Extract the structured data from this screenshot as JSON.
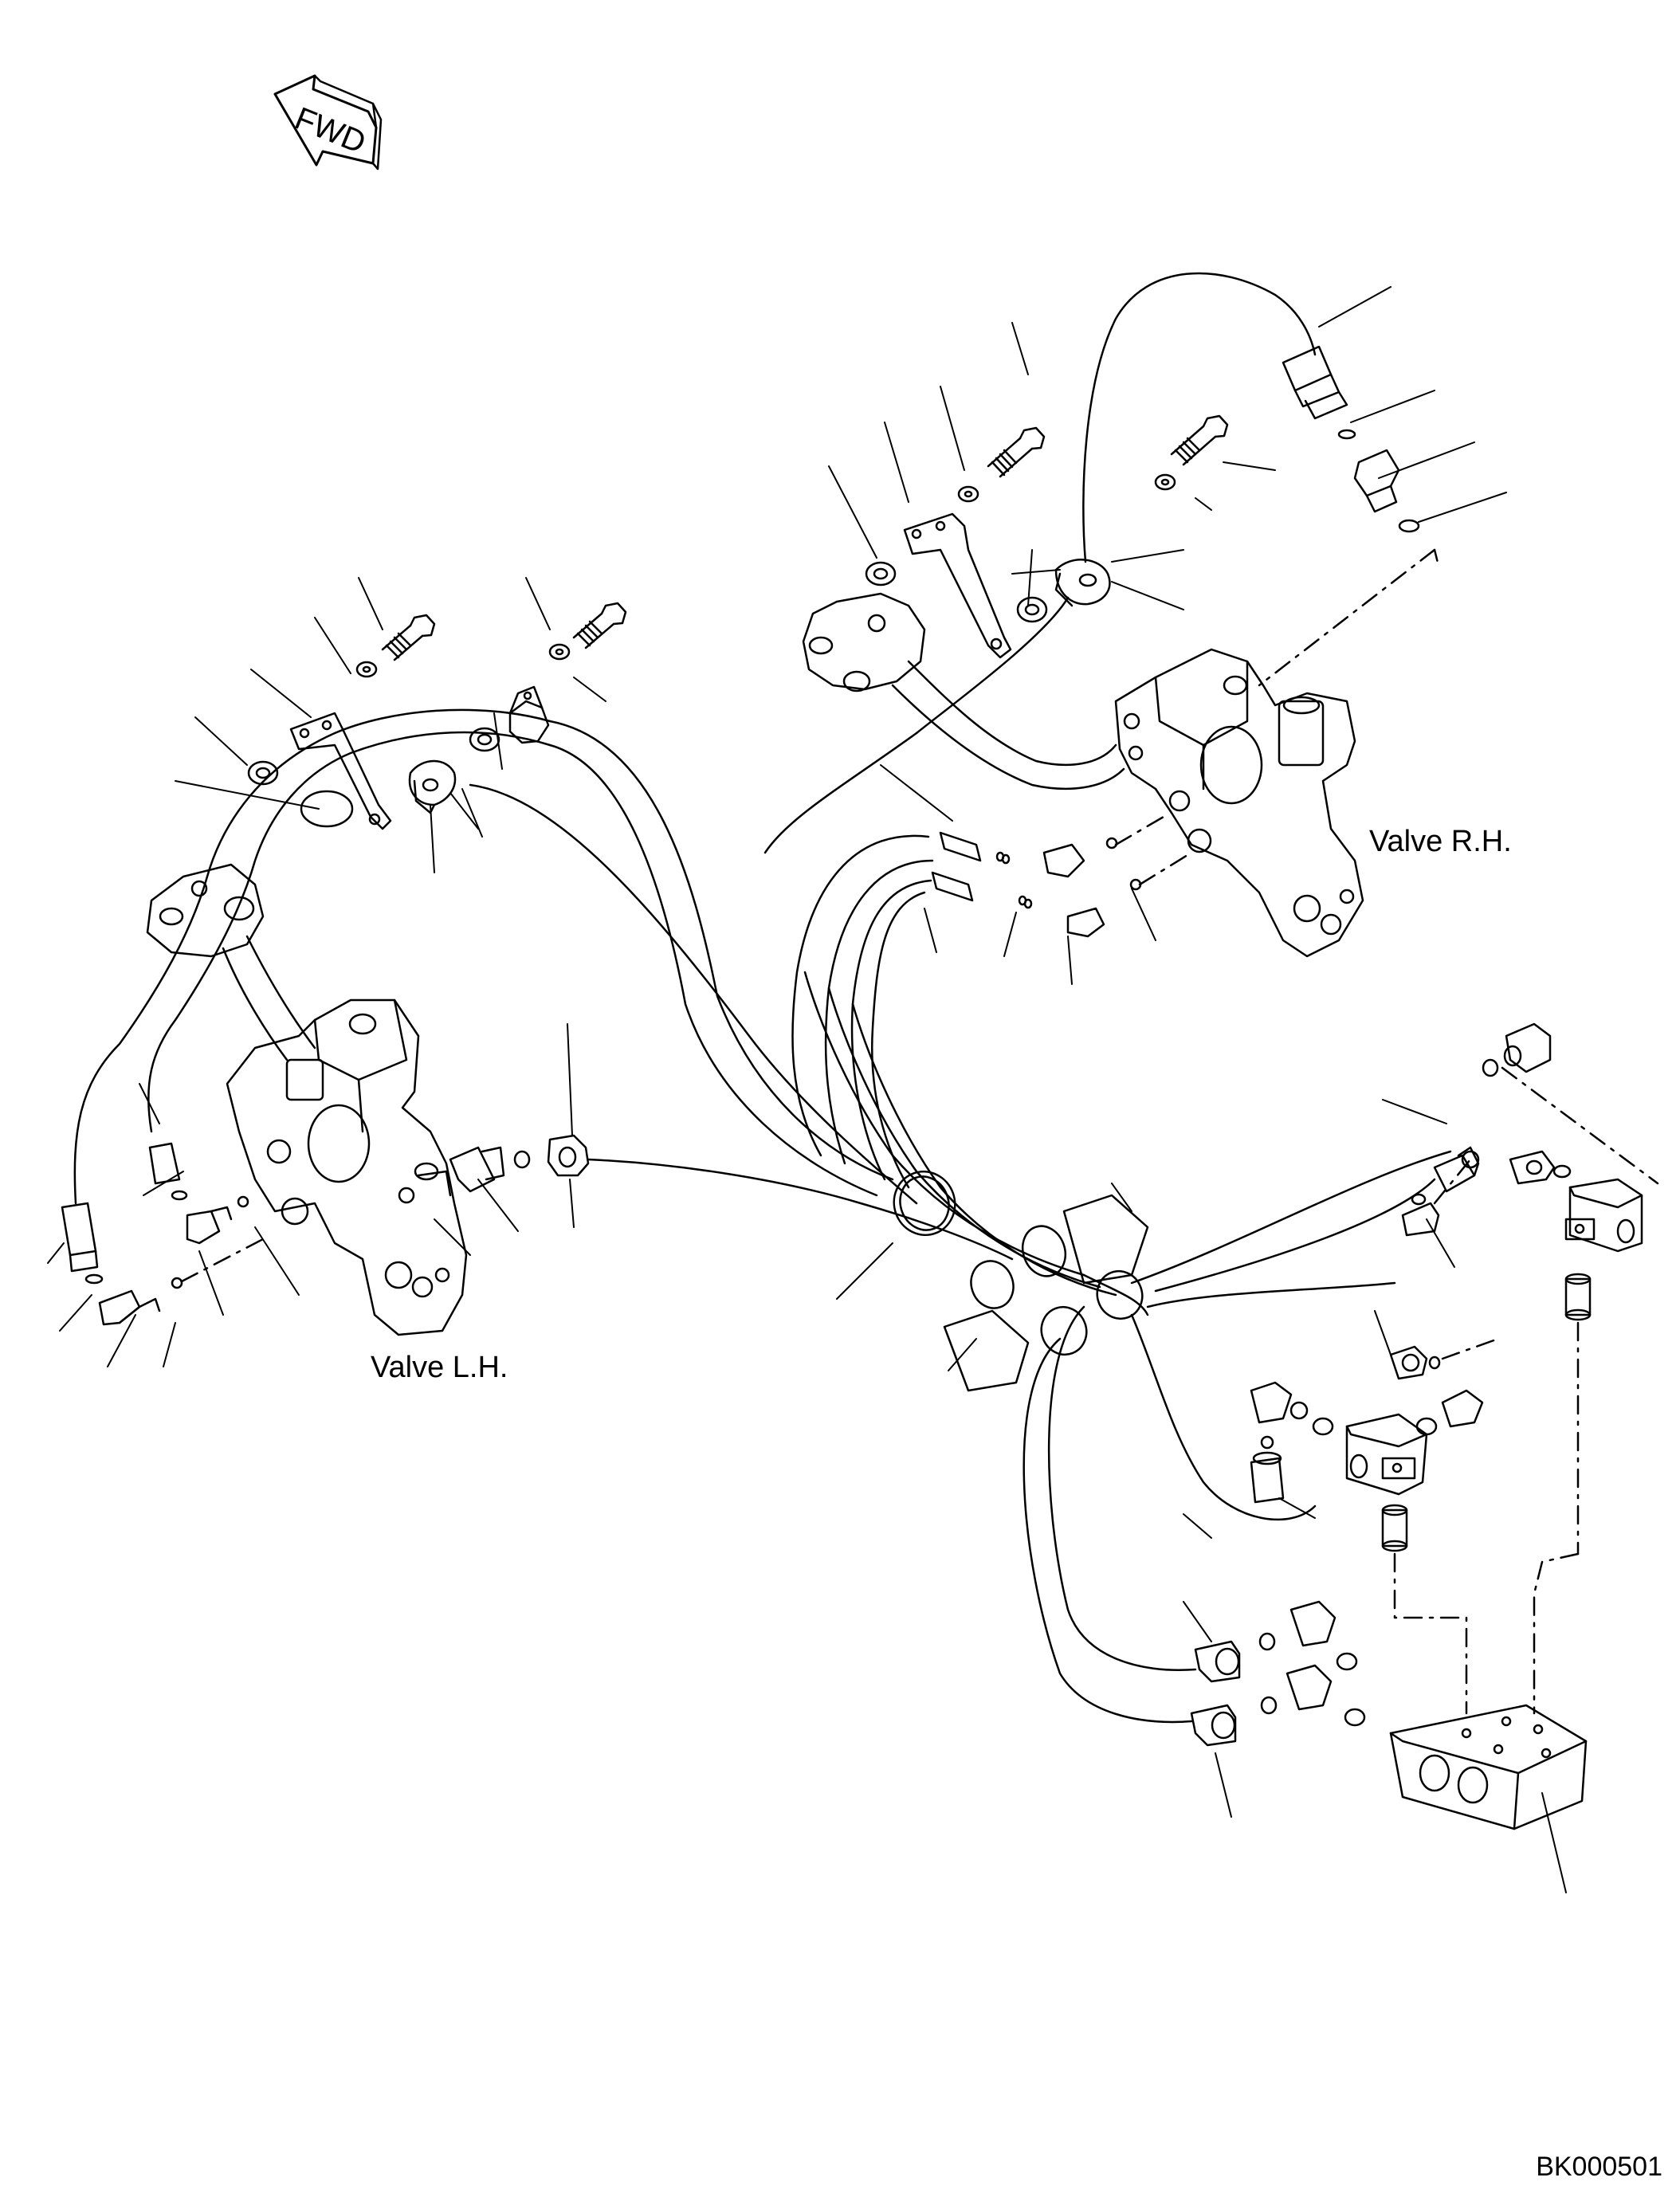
{
  "labels": {
    "fwd": "FWD",
    "valve_rh": "Valve R.H.",
    "valve_lh": "Valve L.H.",
    "reference": "BK000501"
  },
  "colors": {
    "ink": "#000000",
    "paper": "#ffffff"
  }
}
